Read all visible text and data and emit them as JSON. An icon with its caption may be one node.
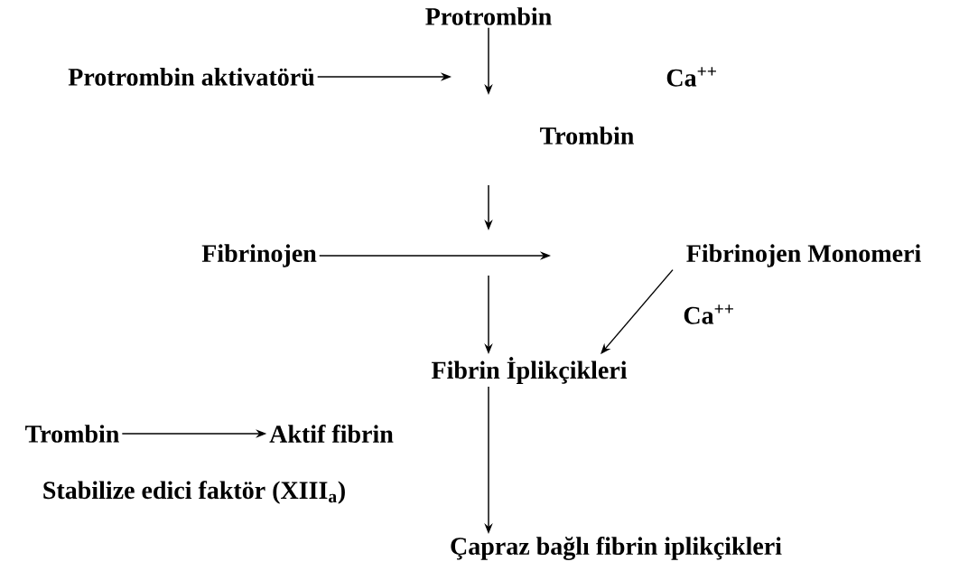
{
  "diagram": {
    "nodes": [
      {
        "text": [
          "Protrombin"
        ]
      },
      {
        "text": [
          "Protrombin aktivatörü"
        ]
      },
      {
        "text": [
          "Trombin"
        ]
      },
      {
        "text": [
          "Fibrinojen"
        ]
      },
      {
        "text": [
          "Fibrinojen Monomeri"
        ]
      },
      {
        "text": [
          "Fibrin İplikçikleri"
        ]
      },
      {
        "text": [
          "Trombin"
        ]
      },
      {
        "text": [
          "Aktif fibrin"
        ]
      },
      {
        "text": [
          "Çapraz bağlı fibrin iplikçikleri"
        ]
      }
    ],
    "edges": [
      {
        "from": 0,
        "to": null,
        "arrow": "to"
      },
      {
        "from": 1,
        "to": null,
        "arrow": "to"
      },
      {
        "from": 3,
        "to": null,
        "arrow": "to"
      },
      {
        "from": null,
        "to": 5,
        "arrow": "to"
      },
      {
        "from": 4,
        "to": 5,
        "arrow": "to",
        "label": "Ca$^{++}$"
      },
      {
        "from": 5,
        "to": 8,
        "arrow": "to"
      },
      {
        "from": 6,
        "to": 7,
        "arrow": "to"
      }
    ],
    "labels": [
      "Ca$^{++}$",
      "Stabilize edici faktör (XIII$_{a}$)"
    ]
  }
}
